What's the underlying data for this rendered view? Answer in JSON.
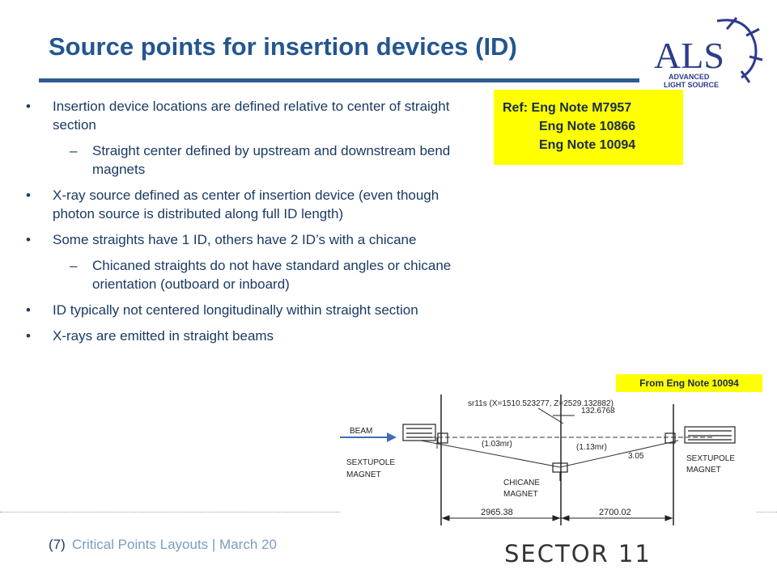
{
  "slide": {
    "title": "Source points for insertion devices (ID)",
    "logo": {
      "letters": "ALS",
      "line1": "ADVANCED",
      "line2": "LIGHT SOURCE",
      "color": "#2d3b8c"
    },
    "bullets": [
      {
        "level": 1,
        "marker": "•",
        "text": "Insertion device locations are defined relative to center of straight section"
      },
      {
        "level": 2,
        "marker": "–",
        "text": "Straight center defined by upstream and downstream bend magnets"
      },
      {
        "level": 1,
        "marker": "•",
        "text": "X-ray source defined as center of insertion device (even though photon source is distributed along full ID length)"
      },
      {
        "level": 1,
        "marker": "•",
        "text": "Some straights have 1 ID, others have 2 ID’s with a chicane"
      },
      {
        "level": 2,
        "marker": "–",
        "text": "Chicaned straights do not have standard angles or chicane orientation (outboard or inboard)"
      },
      {
        "level": 1,
        "marker": "•",
        "text": "ID typically not centered longitudinally within straight section"
      },
      {
        "level": 1,
        "marker": "•",
        "text": "X-rays are emitted in straight beams"
      }
    ],
    "ref_box": {
      "line1": "Ref: Eng Note M7957",
      "line2": "Eng Note 10866",
      "line3": "Eng Note 10094",
      "color": "#ffff00"
    },
    "from_box": {
      "text": "From Eng Note 10094",
      "color": "#ffff00"
    },
    "diagram": {
      "coord_label": "sr11s  (X=1510.523277,  Z=2529.132882)",
      "beam_label": "BEAM",
      "dim_top": "132.6768",
      "angle_left": "1.03mr",
      "angle_right": "1.13mr",
      "offset": "3.05",
      "sextupole_left_1": "SEXTUPOLE",
      "sextupole_left_2": "MAGNET",
      "sextupole_right_1": "SEXTUPOLE",
      "sextupole_right_2": "MAGNET",
      "chicane_1": "CHICANE",
      "chicane_2": "MAGNET",
      "dim_left": "2965.38",
      "dim_right": "2700.02",
      "sector": "SECTOR 11"
    },
    "footer": {
      "page": "(7)",
      "text": "Critical Points Layouts  |   March 20"
    },
    "colors": {
      "title": "#24568f",
      "rule": "#2d5c92",
      "body_text": "#1a3a64",
      "footer_text": "#7a9cc0",
      "beam_arrow": "#3d6fb5"
    }
  }
}
